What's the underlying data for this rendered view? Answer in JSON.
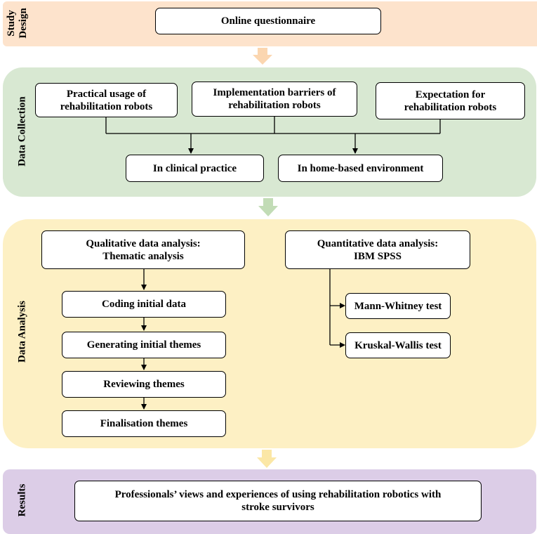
{
  "colors": {
    "study_design": "#fde3cc",
    "data_collection": "#d8e8d2",
    "data_analysis": "#fdf0c4",
    "results": "#dccde7",
    "big_arrow_orange": "#fbd6b0",
    "big_arrow_green": "#c2dcb6",
    "big_arrow_yellow": "#fbe7a6"
  },
  "stages": {
    "study_design": {
      "label_line1": "Study",
      "label_line2": "Design",
      "box": "Online questionnaire"
    },
    "data_collection": {
      "label": "Data Collection",
      "topics": [
        {
          "line1": "Practical usage of",
          "line2": "rehabilitation robots"
        },
        {
          "line1": "Implementation barriers of",
          "line2": "rehabilitation robots"
        },
        {
          "line1": "Expectation for",
          "line2": "rehabilitation robots"
        }
      ],
      "settings": [
        "In clinical practice",
        "In home-based environment"
      ]
    },
    "data_analysis": {
      "label": "Data Analysis",
      "qualitative": {
        "line1": "Qualitative data analysis:",
        "line2": "Thematic analysis",
        "steps": [
          "Coding initial data",
          "Generating initial themes",
          "Reviewing themes",
          "Finalisation themes"
        ]
      },
      "quantitative": {
        "line1": "Quantitative data analysis:",
        "line2": "IBM SPSS",
        "tests": [
          "Mann-Whitney test",
          "Kruskal-Wallis test"
        ]
      }
    },
    "results": {
      "label": "Results",
      "line1": "Professionals’ views and experiences of using rehabilitation robotics with",
      "line2": "stroke survivors"
    }
  }
}
